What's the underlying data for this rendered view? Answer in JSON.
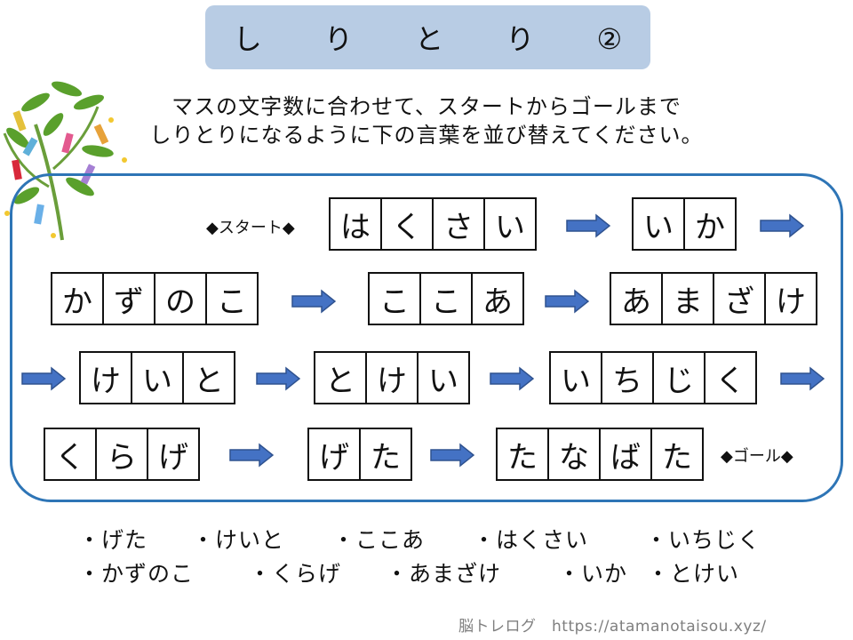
{
  "title": "し り と り ②",
  "instructions": {
    "line1": "マスの文字数に合わせて、スタートからゴールまで",
    "line2": "しりとりになるように下の言葉を並び替えてください。"
  },
  "markers": {
    "start": "◆スタート◆",
    "goal": "◆ゴール◆"
  },
  "puzzle_words": [
    [
      "は",
      "く",
      "さ",
      "い"
    ],
    [
      "い",
      "か"
    ],
    [
      "か",
      "ず",
      "の",
      "こ"
    ],
    [
      "こ",
      "こ",
      "あ"
    ],
    [
      "あ",
      "ま",
      "ざ",
      "け"
    ],
    [
      "け",
      "い",
      "と"
    ],
    [
      "と",
      "け",
      "い"
    ],
    [
      "い",
      "ち",
      "じ",
      "く"
    ],
    [
      "く",
      "ら",
      "げ"
    ],
    [
      "げ",
      "た"
    ],
    [
      "た",
      "な",
      "ば",
      "た"
    ]
  ],
  "word_bank": {
    "row1": [
      "・げた",
      "・けいと",
      "・ここあ",
      "・はくさい",
      "・いちじく"
    ],
    "row2": [
      "・かずのこ",
      "・くらげ",
      "・あまざけ",
      "・いか",
      "・とけい"
    ]
  },
  "footer": "脳トレログ　https://atamanotaisou.xyz/",
  "colors": {
    "title_bg": "#b8cce4",
    "frame": "#2e75b6",
    "arrow_fill": "#4472c4",
    "arrow_stroke": "#2f528f"
  }
}
